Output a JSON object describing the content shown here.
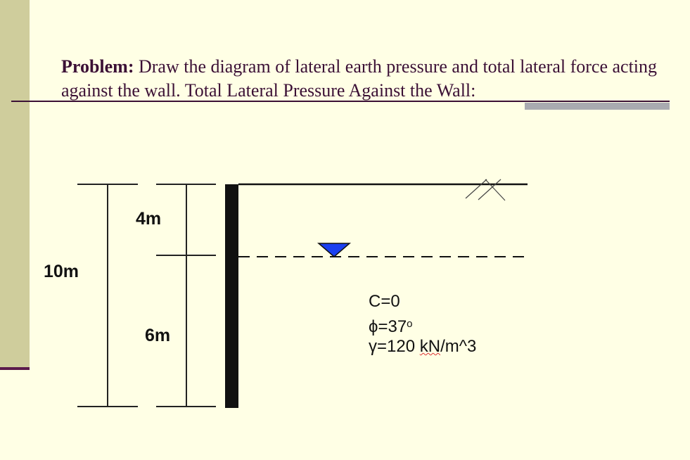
{
  "problem": {
    "label": "Problem:",
    "text": "Draw the diagram of lateral earth pressure and total lateral force acting against the wall. Total Lateral Pressure Against the Wall:"
  },
  "dimensions": {
    "total": "10m",
    "upper": "4m",
    "lower": "6m"
  },
  "soil": {
    "cohesion": "C=0",
    "phi_symbol": "ϕ",
    "phi_value": "=37",
    "phi_degree": "o",
    "gamma_prefix": "γ=120 ",
    "gamma_unit_underlined": "kN",
    "gamma_suffix": "/m^3"
  },
  "colors": {
    "water_table_marker": "#1a3ff0",
    "wall": "#111111",
    "title_text": "#3b1035",
    "side_bar": "#cfcd9c",
    "background": "#ffffe5"
  }
}
